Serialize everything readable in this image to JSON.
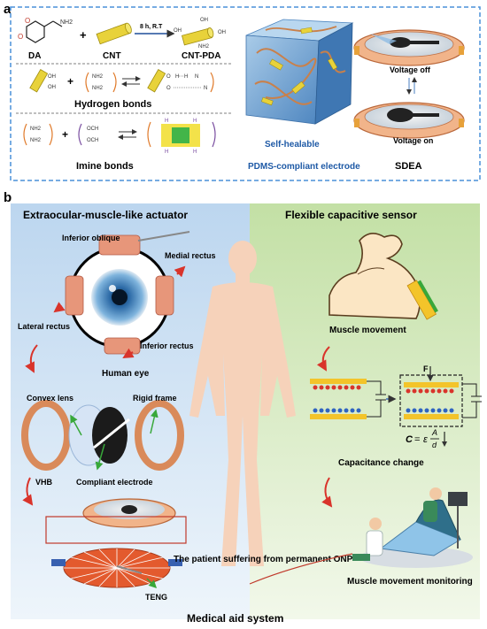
{
  "panel_a": {
    "letter": "a",
    "reaction": {
      "da": "DA",
      "plus": "+",
      "cnt": "CNT",
      "arrow_label": "8 h, R.T",
      "product": "CNT-PDA"
    },
    "hydrogen": {
      "label": "Hydrogen bonds"
    },
    "imine": {
      "label": "Imine bonds"
    },
    "groups": {
      "oh": "OH",
      "nh2": "NH2",
      "och": "OCH",
      "h": "H",
      "n": "N",
      "o": "O"
    },
    "cube": {
      "label1": "Self-healable",
      "label2": "PDMS-compliant electrode"
    },
    "sdea": {
      "voltage_off": "Voltage off",
      "voltage_on": "Voltage on",
      "label": "SDEA"
    }
  },
  "panel_b": {
    "letter": "b",
    "left_title": "Extraocular-muscle-like actuator",
    "right_title": "Flexible capacitive sensor",
    "eye": {
      "inferior_oblique": "Inferior oblique",
      "medial_rectus": "Medial rectus",
      "lateral_rectus": "Lateral rectus",
      "inferior_rectus": "Inferior rectus",
      "caption": "Human eye"
    },
    "exploded": {
      "convex_lens": "Convex lens",
      "rigid_frame": "Rigid frame",
      "vhb": "VHB",
      "compliant_electrode": "Compliant electrode"
    },
    "teng": "TENG",
    "patient_caption": "The patient suffering from permanent ONP",
    "muscle_movement": "Muscle movement",
    "capacitor": {
      "force": "F",
      "formula_c": "C",
      "formula_eq": "=",
      "formula_eps": "ε",
      "formula_a": "A",
      "formula_d": "d"
    },
    "capacitance_change": "Capacitance change",
    "monitoring": "Muscle movement monitoring",
    "system": "Medical aid system"
  },
  "colors": {
    "dashed_border": "#4a90d9",
    "blue_text": "#1f5aa6",
    "left_bg": "#cfe1f3",
    "right_bg": "#d8ebc4",
    "copper": "#d98a5a",
    "arrow_red": "#d9342b",
    "skin": "#f6d2ba"
  }
}
